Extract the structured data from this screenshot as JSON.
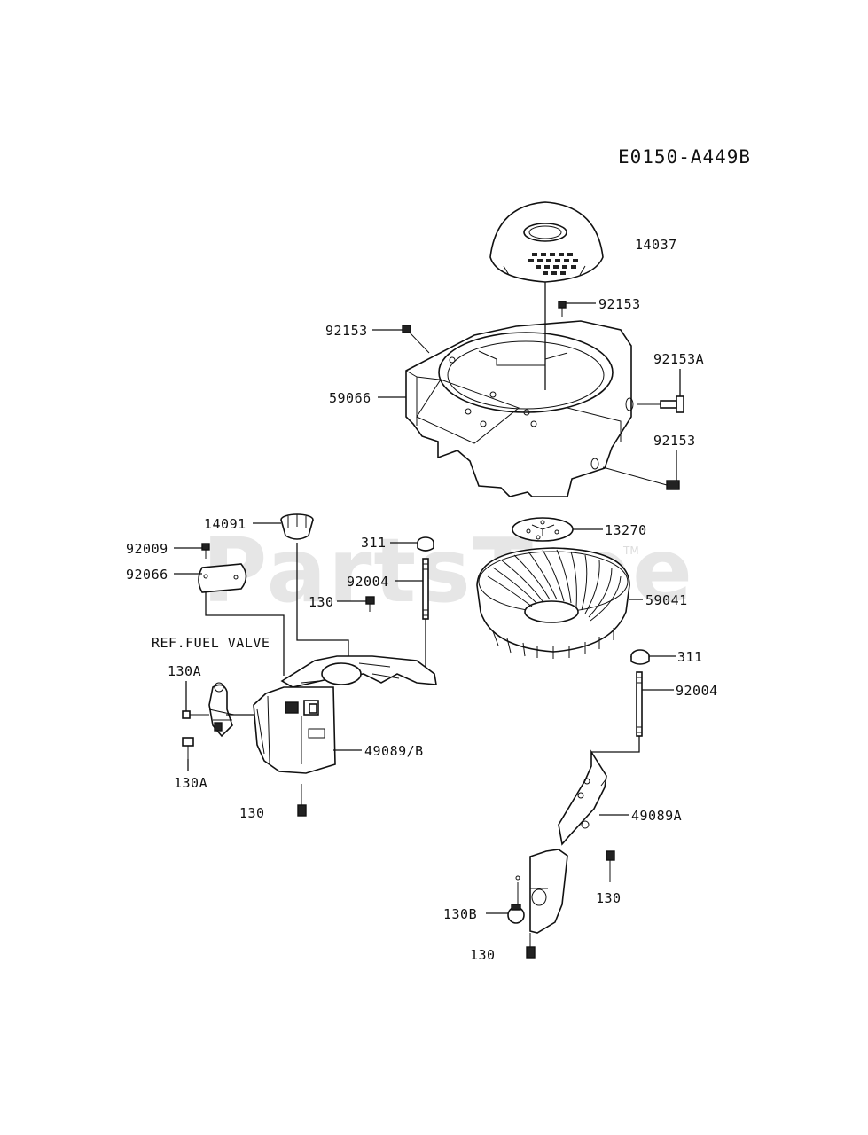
{
  "diagram": {
    "code": "E0150-A449B",
    "watermark": "PartsTree",
    "watermark_tm": "TM",
    "reference": "REF.FUEL VALVE",
    "labels": {
      "p14037": "14037",
      "p92153_top": "92153",
      "p92153_left": "92153",
      "p92153a": "92153A",
      "p59066": "59066",
      "p92153_right": "92153",
      "p14091": "14091",
      "p13270": "13270",
      "p92009": "92009",
      "p311_a": "311",
      "p92066": "92066",
      "p92004_a": "92004",
      "p59041": "59041",
      "p130_a": "130",
      "p130a_top": "130A",
      "p311_b": "311",
      "p92004_b": "92004",
      "p49089b": "49089/B",
      "p130a_bottom": "130A",
      "p130_b": "130",
      "p49089a": "49089A",
      "p130_c": "130",
      "p130b": "130B",
      "p130_d": "130"
    }
  }
}
